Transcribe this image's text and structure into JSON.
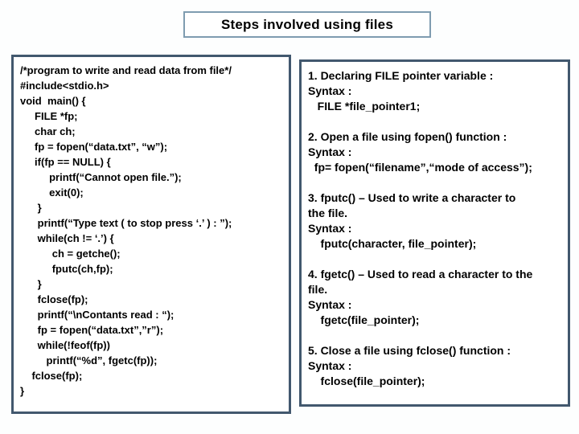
{
  "page": {
    "title": "Steps involved using files"
  },
  "colors": {
    "panel_border": "#42586e",
    "title_border": "#7f9cb0",
    "text": "#000000",
    "background": "#fdfefe"
  },
  "code_panel": {
    "lines": [
      "/*program to write and read data from file*/",
      "#include<stdio.h>",
      "void  main() {",
      "     FILE *fp;",
      "     char ch;",
      "     fp = fopen(“data.txt”, “w”);",
      "     if(fp == NULL) {",
      "          printf(“Cannot open file.”);",
      "          exit(0);",
      "      }",
      "      printf(“Type text ( to stop press ‘.’ ) : ”);",
      "      while(ch != ‘.’) {",
      "           ch = getche();",
      "           fputc(ch,fp);",
      "      }",
      "      fclose(fp);",
      "      printf(“\\nContants read : “);",
      "      fp = fopen(“data.txt”,”r”);",
      "      while(!feof(fp))",
      "         printf(“%d”, fgetc(fp));",
      "    fclose(fp);",
      "}"
    ]
  },
  "steps_panel": {
    "steps": [
      {
        "lines": [
          "1. Declaring FILE pointer variable :",
          "Syntax :",
          "   FILE *file_pointer1;"
        ]
      },
      {
        "lines": [
          "2. Open a file using fopen() function :",
          "Syntax :",
          "  fp= fopen(“filename”,“mode of access”);"
        ]
      },
      {
        "lines": [
          "3. fputc() – Used to write a character to",
          "the file.",
          "Syntax :",
          "    fputc(character, file_pointer);"
        ]
      },
      {
        "lines": [
          "4. fgetc() – Used to read a character to the",
          "file.",
          "Syntax :",
          "    fgetc(file_pointer);"
        ]
      },
      {
        "lines": [
          "5. Close a file using fclose() function :",
          "Syntax :",
          "    fclose(file_pointer);"
        ]
      }
    ]
  }
}
